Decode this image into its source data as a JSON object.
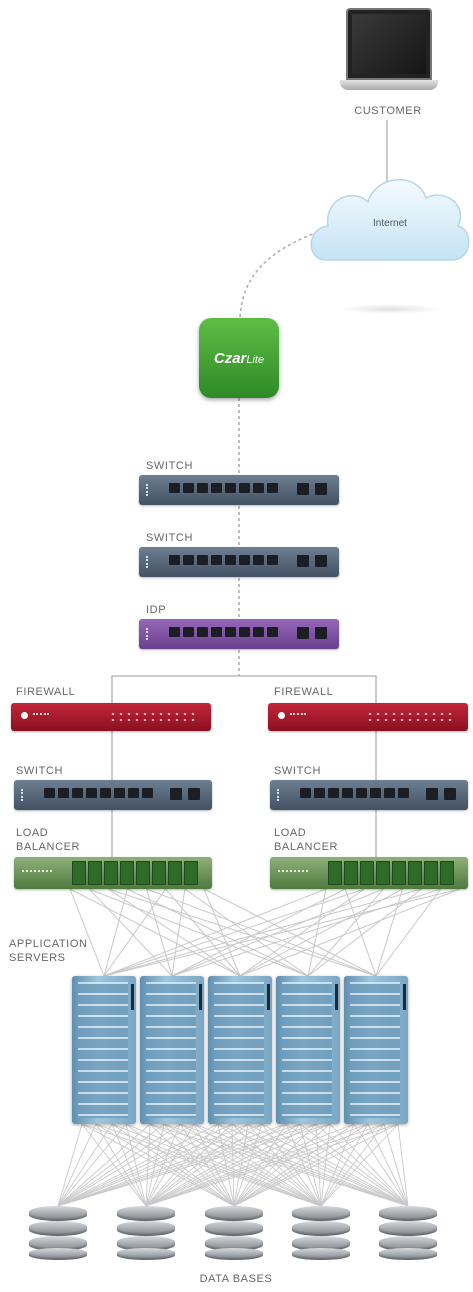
{
  "customer": {
    "label": "CUSTOMER",
    "icon": "laptop-icon"
  },
  "internet": {
    "label": "Internet",
    "icon": "cloud-icon"
  },
  "czarlite": {
    "brand": "Czar",
    "suffix": "Lite",
    "color": "#3f9e33"
  },
  "core": [
    {
      "label": "SWITCH",
      "kind": "switch"
    },
    {
      "label": "SWITCH",
      "kind": "switch"
    },
    {
      "label": "IDP",
      "kind": "idp"
    }
  ],
  "branches": [
    {
      "firewall": "FIREWALL",
      "switch": "SWITCH",
      "load_balancer": [
        "LOAD",
        "BALANCER"
      ]
    },
    {
      "firewall": "FIREWALL",
      "switch": "SWITCH",
      "load_balancer": [
        "LOAD",
        "BALANCER"
      ]
    }
  ],
  "app_servers": {
    "label": [
      "APPLICATION",
      "SERVERS"
    ],
    "count": 5
  },
  "databases": {
    "label": "DATA BASES",
    "count": 5
  },
  "colors": {
    "switch": "#566678",
    "idp": "#7d4fa0",
    "firewall": "#a8182c",
    "load_balancer": "#6c9658",
    "server": "#7fb0cf",
    "link": "#c9c9c9"
  }
}
